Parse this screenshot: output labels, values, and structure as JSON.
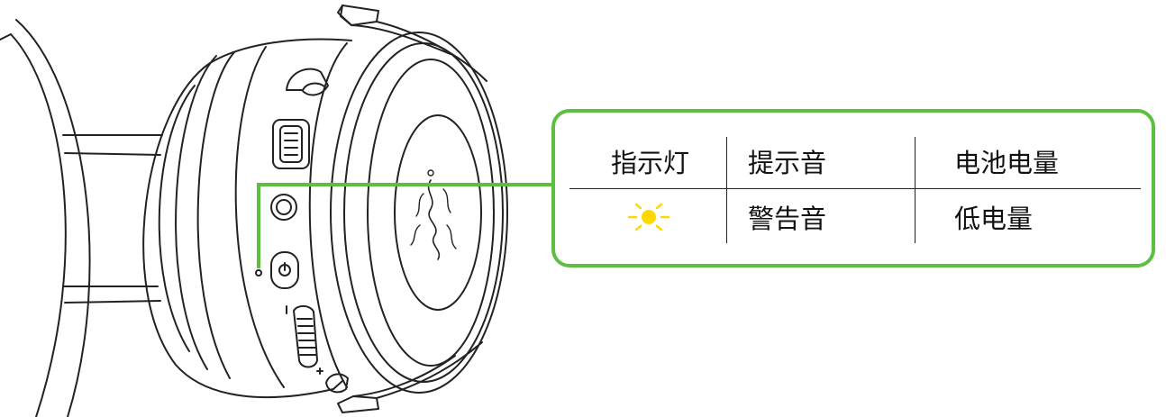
{
  "legend": {
    "headers": [
      "指示灯",
      "提示音",
      "电池电量"
    ],
    "row": {
      "tone": "警告音",
      "battery": "低电量",
      "indicator_icon": "sun-led-icon",
      "indicator_color": "#ffd800"
    }
  },
  "colors": {
    "callout_green": "#5cbf3f",
    "line_art": "#222222"
  }
}
